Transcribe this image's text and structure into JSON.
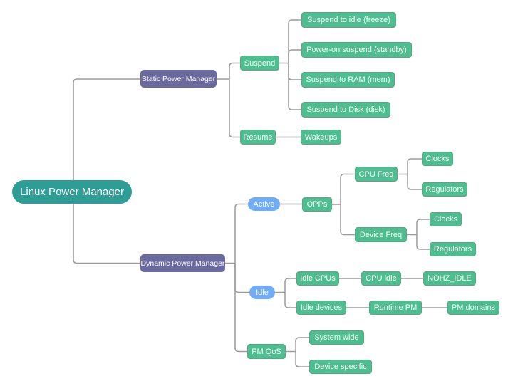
{
  "palette": {
    "background": "#ffffff",
    "root_fill": "#2e9d95",
    "branch_fill": "#6b6a9e",
    "leaf_fill": "#4dbe8f",
    "accent_fill": "#70acf8",
    "connector": "#9c9c9c",
    "text": "#ffffff"
  },
  "mindmap": {
    "root": "Linux Power Manager",
    "static_branch": {
      "label": "Static Power Manager",
      "suspend": {
        "label": "Suspend",
        "children": [
          "Suspend to idle (freeze)",
          "Power-on suspend (standby)",
          "Suspend to RAM (mem)",
          "Suspend to Disk (disk)"
        ]
      },
      "resume": {
        "label": "Resume",
        "children": [
          "Wakeups"
        ]
      }
    },
    "dynamic_branch": {
      "label": "Dynamic Power Manager",
      "active": {
        "label": "Active",
        "opps": {
          "label": "OPPs",
          "cpu_freq": {
            "label": "CPU Freq",
            "children": [
              "Clocks",
              "Regulators"
            ]
          },
          "device_freq": {
            "label": "Device Freq",
            "children": [
              "Clocks",
              "Regulators"
            ]
          }
        }
      },
      "idle": {
        "label": "Idle",
        "idle_cpus": {
          "label": "Idle CPUs",
          "chain": [
            "CPU idle",
            "NOHZ_IDLE"
          ]
        },
        "idle_devices": {
          "label": "Idle devices",
          "chain": [
            "Runtime PM",
            "PM domains"
          ]
        }
      },
      "pm_qos": {
        "label": "PM QoS",
        "children": [
          "System wide",
          "Device specific"
        ]
      }
    }
  }
}
